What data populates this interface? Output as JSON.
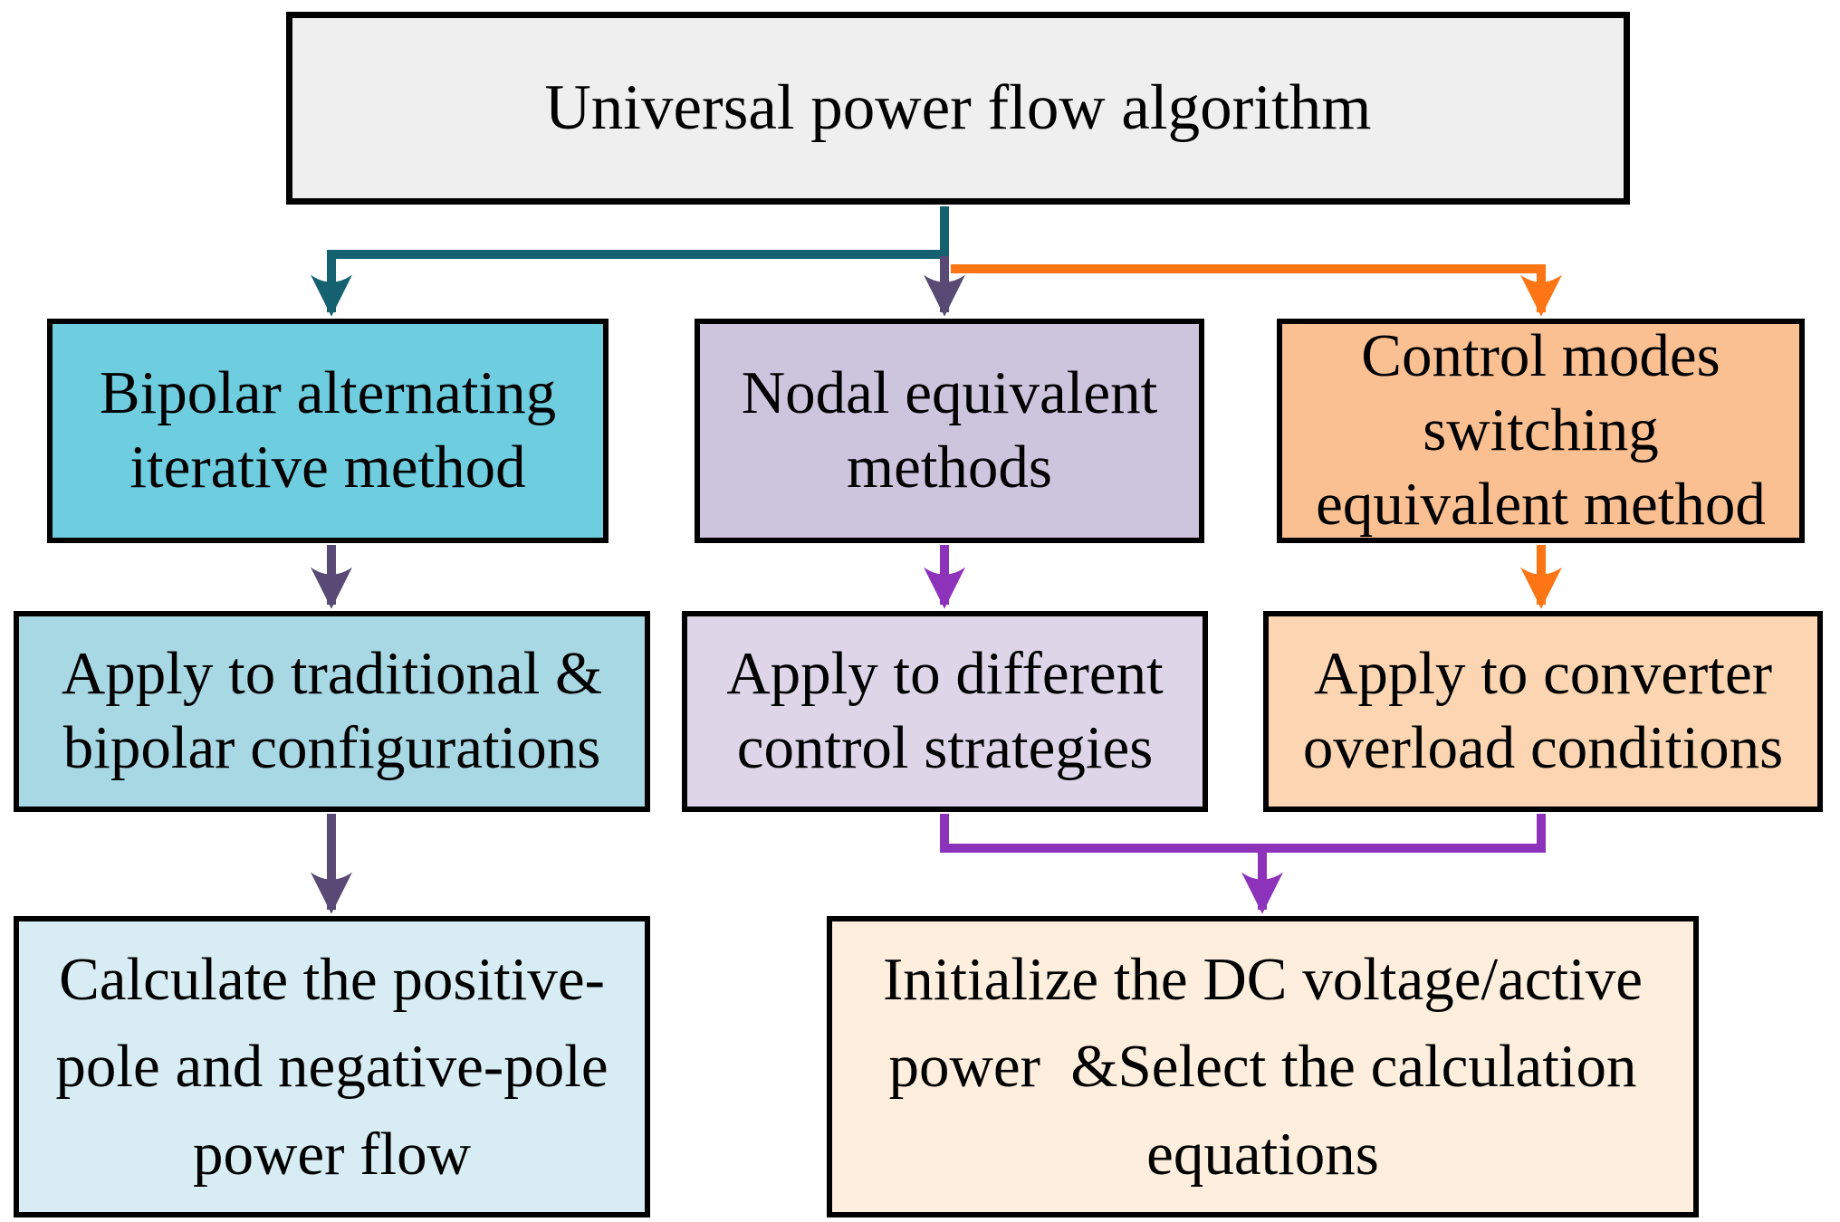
{
  "figure": {
    "kind": "flowchart",
    "background": "#ffffff"
  },
  "colors": {
    "box_border": "#000000",
    "text": "#000000",
    "teal_connector": "#15616f",
    "dark_purple_connector": "#584a75",
    "bright_purple_connector": "#8d33bb",
    "orange_connector": "#fd7514",
    "title_fill": "#efefef",
    "teal_fill": "#6ecdde",
    "purple_fill": "#cdc4dd",
    "orange_fill": "#fbc092",
    "teal_light_fill": "#a8d8e4",
    "purple_light_fill": "#ded5e9",
    "orange_light_fill": "#fcd6b2",
    "teal_lighter_fill": "#d7ecf3",
    "peach_lighter_fill": "#fdeedd"
  },
  "boxes": {
    "title": {
      "text": "Universal power flow algorithm",
      "fill": "#efefef"
    },
    "bipolar": {
      "text": "Bipolar alternating\niterative method",
      "fill": "#6ecdde"
    },
    "nodal": {
      "text": "Nodal equivalent\nmethods",
      "fill": "#cdc4dd"
    },
    "control": {
      "text": "Control modes\nswitching\nequivalent method",
      "fill": "#fbc092"
    },
    "apply_traditional": {
      "text": "Apply to traditional &\nbipolar configurations",
      "fill": "#a8d8e4"
    },
    "apply_control": {
      "text": "Apply to different\ncontrol strategies",
      "fill": "#ded5e9"
    },
    "apply_overload": {
      "text": "Apply to converter\noverload conditions",
      "fill": "#fcd6b2"
    },
    "calculate": {
      "text": "Calculate the positive-\npole and negative-pole\npower flow",
      "fill": "#d7ecf3"
    },
    "initialize": {
      "text": "Initialize the DC voltage/active\npower  &Select the calculation\nequations",
      "fill": "#fdeedd"
    }
  }
}
